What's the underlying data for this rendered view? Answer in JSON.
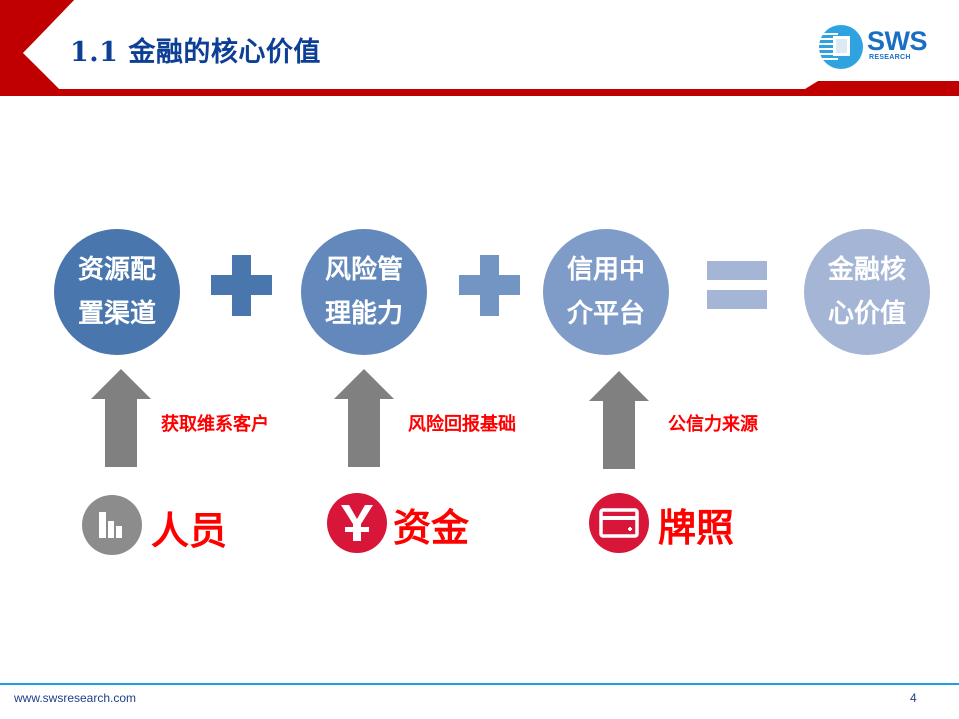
{
  "header": {
    "title": "1.1 金融的核心价值",
    "logo": {
      "name": "SWS",
      "subtitle": "RESEARCH"
    },
    "accent_color": "#c00000",
    "title_color": "#0d3f95"
  },
  "equation": {
    "terms": [
      {
        "line1": "资源配",
        "line2": "置渠道",
        "color": "#4a76ae"
      },
      {
        "line1": "风险管",
        "line2": "理能力",
        "color": "#6388bc"
      },
      {
        "line1": "信用中",
        "line2": "介平台",
        "color": "#7f9cc8"
      }
    ],
    "operators": [
      "plus",
      "plus",
      "equals"
    ],
    "result": {
      "line1": "金融核",
      "line2": "心价值",
      "color": "#a4b5d5"
    }
  },
  "supports": [
    {
      "arrow_label": "获取维系客户",
      "name": "人员",
      "icon": "bar-chart-icon",
      "icon_color": "#8c8c8c"
    },
    {
      "arrow_label": "风险回报基础",
      "name": "资金",
      "icon": "yen-icon",
      "icon_color": "#d7163a"
    },
    {
      "arrow_label": "公信力来源",
      "name": "牌照",
      "icon": "card-icon",
      "icon_color": "#d7163a"
    }
  ],
  "footer": {
    "url": "www.swsresearch.com",
    "page_number": "4"
  }
}
